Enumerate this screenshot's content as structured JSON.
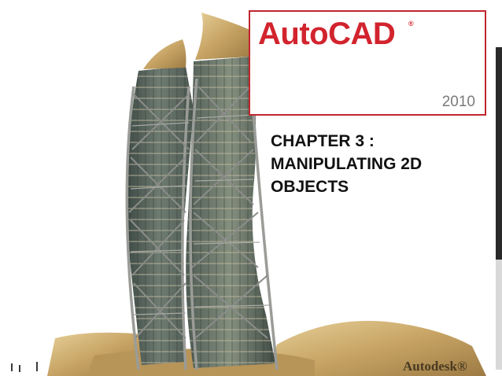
{
  "product": {
    "name": "AutoCAD",
    "reg_mark": "®",
    "year": "2010"
  },
  "chapter": {
    "lines": [
      "CHAPTER 3 :",
      "MANIPULATING 2D",
      "OBJECTS"
    ]
  },
  "brand": {
    "name": "Autodesk®"
  },
  "colors": {
    "accent_red": "#d2242e",
    "frame_red": "#c0262d",
    "structure_steel": "#8d8f8c",
    "glass": "#5c6a63",
    "gold_roof": "#c9a86a"
  }
}
